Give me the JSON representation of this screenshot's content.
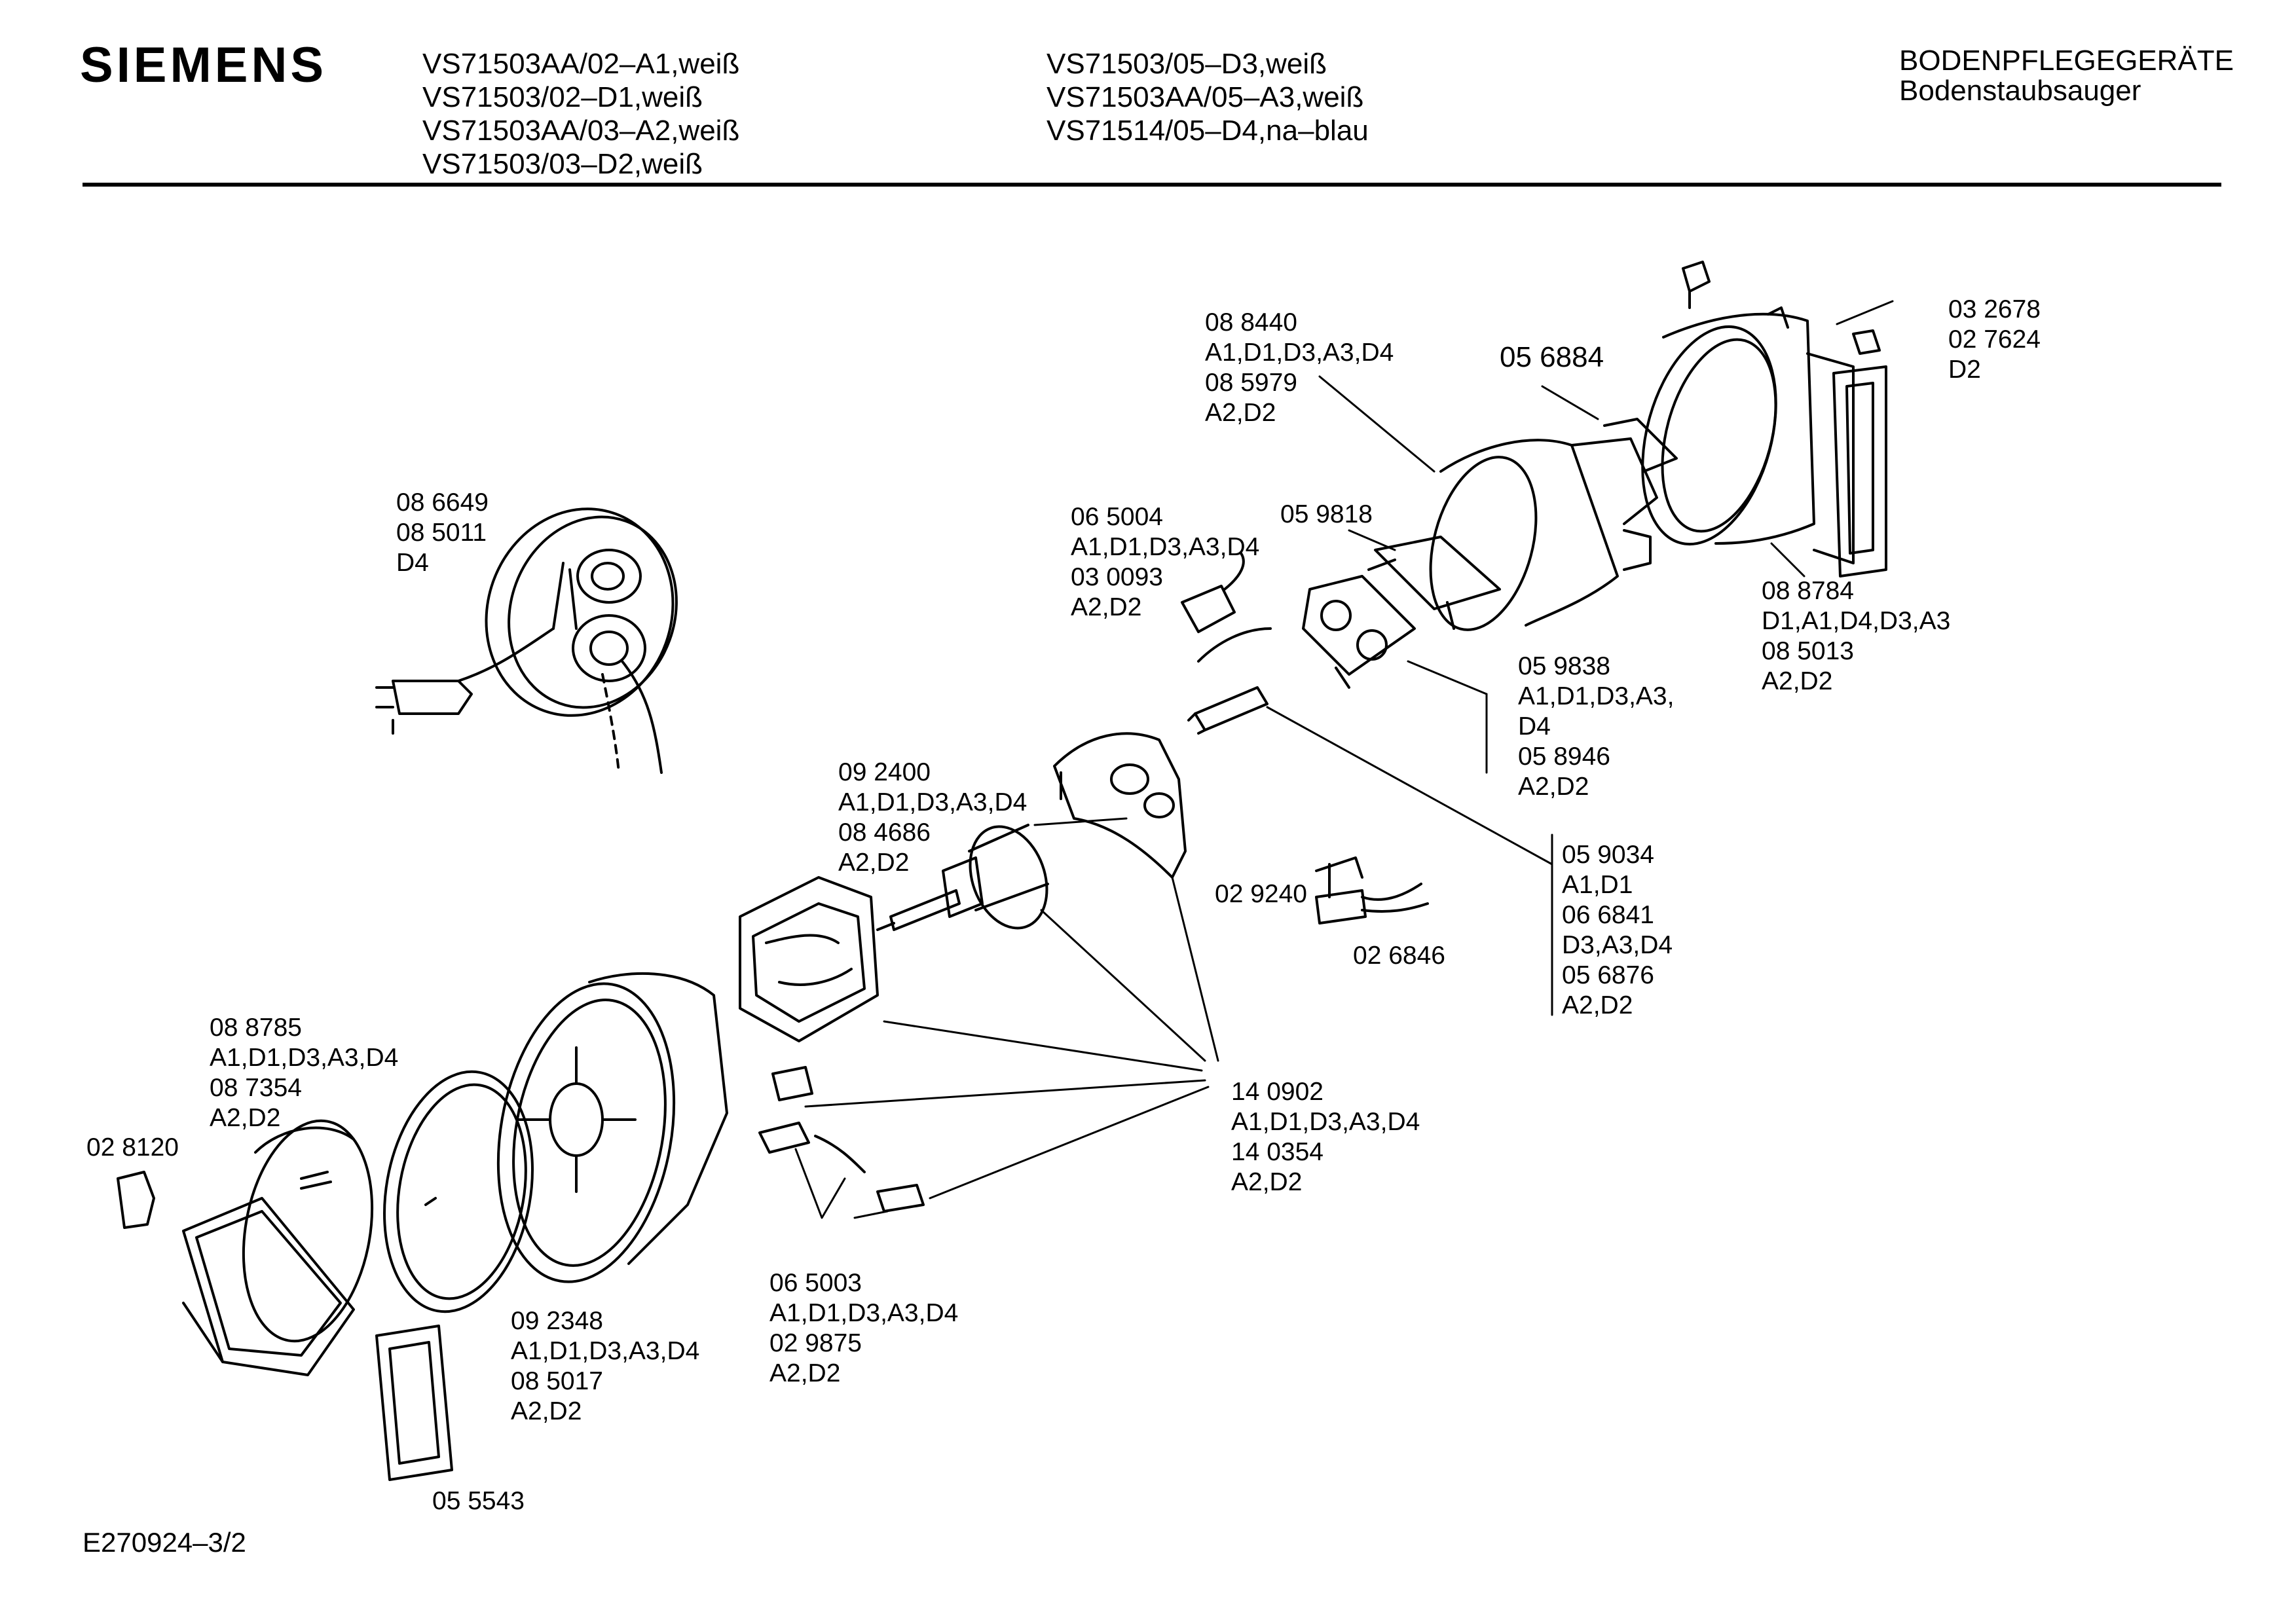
{
  "header": {
    "brand": "SIEMENS",
    "models_col1": [
      "VS71503AA/02–A1,weiß",
      "VS71503/02–D1,weiß",
      "VS71503AA/03–A2,weiß",
      "VS71503/03–D2,weiß"
    ],
    "models_col2": [
      "VS71503/05–D3,weiß",
      "VS71503AA/05–A3,weiß",
      "VS71514/05–D4,na–blau"
    ],
    "category": "BODENPFLEGEGERÄTE",
    "subcategory": "Bodenstaubsauger"
  },
  "parts": [
    {
      "lines": [
        "08 6649",
        "08 5011",
        "D4"
      ]
    },
    {
      "lines": [
        "08 8440",
        "A1,D1,D3,A3,D4",
        "08 5979",
        "A2,D2"
      ]
    },
    {
      "lines": [
        "05 6884"
      ]
    },
    {
      "lines": [
        "03 2678",
        "02 7624",
        "D2"
      ]
    },
    {
      "lines": [
        "06 5004",
        "A1,D1,D3,A3,D4",
        "03 0093",
        "A2,D2"
      ]
    },
    {
      "lines": [
        "05 9818"
      ]
    },
    {
      "lines": [
        "08 8784",
        "D1,A1,D4,D3,A3",
        "08 5013",
        "A2,D2"
      ]
    },
    {
      "lines": [
        "05 9838",
        "A1,D1,D3,A3,",
        "D4",
        "05 8946",
        "A2,D2"
      ]
    },
    {
      "lines": [
        "09 2400",
        "A1,D1,D3,A3,D4",
        "08 4686",
        "A2,D2"
      ]
    },
    {
      "lines": [
        "05 9034",
        "A1,D1",
        "06 6841",
        "D3,A3,D4",
        "05 6876",
        "A2,D2"
      ]
    },
    {
      "lines": [
        "02 9240"
      ]
    },
    {
      "lines": [
        "02 6846"
      ]
    },
    {
      "lines": [
        "08 8785",
        "A1,D1,D3,A3,D4",
        "08 7354",
        "A2,D2"
      ]
    },
    {
      "lines": [
        "02 8120"
      ]
    },
    {
      "lines": [
        "14 0902",
        "A1,D1,D3,A3,D4",
        "14 0354",
        "A2,D2"
      ]
    },
    {
      "lines": [
        "09 2348",
        "A1,D1,D3,A3,D4",
        "08 5017",
        "A2,D2"
      ]
    },
    {
      "lines": [
        "06 5003",
        "A1,D1,D3,A3,D4",
        "02 9875",
        "A2,D2"
      ]
    },
    {
      "lines": [
        "05 5543"
      ]
    }
  ],
  "drawing_code": "E270924–3/2"
}
